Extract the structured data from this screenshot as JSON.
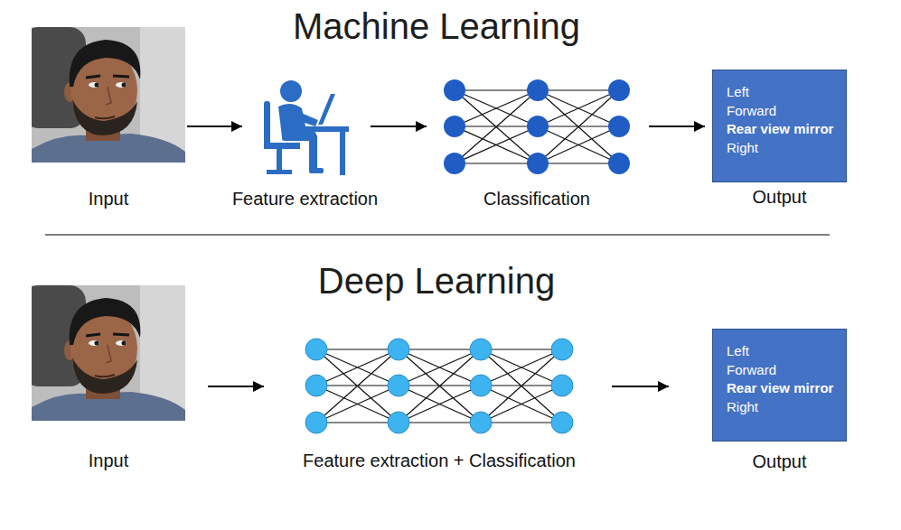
{
  "diagram": {
    "nodes": [
      {
        "text": [
          "Input"
        ]
      },
      {
        "text": [
          "Feature extraction"
        ]
      },
      {
        "text": [
          "Classification"
        ]
      },
      {
        "text": [
          "Left",
          "Forward",
          "Rear view mirror",
          "Right",
          "Output"
        ]
      },
      {
        "text": [
          "Input"
        ]
      },
      {
        "text": [
          "Feature extraction + Classification"
        ]
      },
      {
        "text": [
          "Left",
          "Forward",
          "Rear view mirror",
          "Right",
          "Output"
        ]
      }
    ],
    "edges": [
      {
        "from": 0,
        "to": 1,
        "arrow": "to"
      },
      {
        "from": 1,
        "to": 2,
        "arrow": "to"
      },
      {
        "from": 2,
        "to": 3,
        "arrow": "to"
      },
      {
        "from": 4,
        "to": 5,
        "arrow": "to"
      },
      {
        "from": 5,
        "to": 6,
        "arrow": "to"
      }
    ],
    "labels": [
      "Machine Learning",
      "Deep Learning"
    ]
  }
}
